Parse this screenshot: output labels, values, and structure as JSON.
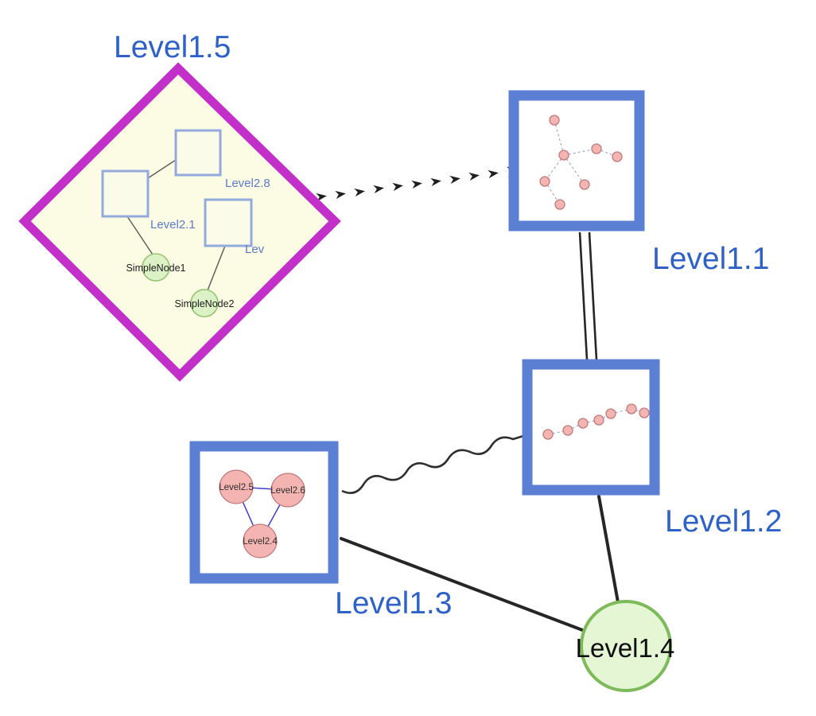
{
  "colors": {
    "label_blue": "#2e62c9",
    "inner_label_blue": "#5d7ac9",
    "group_border": "#5b7fd3",
    "diamond_border": "#c230c9",
    "diamond_fill": "#fbfce3",
    "inner_square_fill": "#fafbe8",
    "inner_square_border": "#93aadd",
    "green_fill": "#dcf1c6",
    "green_border": "#93c571",
    "big_green_fill": "#e4f6d3",
    "big_green_border": "#7cba5a",
    "pink_fill": "#f3b4b2",
    "pink_border": "#c17a7a",
    "mini_edge": "#8f9ad9",
    "triangle_edge": "#3c3ccd",
    "edge_dark": "#262626"
  },
  "groups": {
    "level15": {
      "label": "Level1.5",
      "shape": "diamond"
    },
    "level11": {
      "label": "Level1.1",
      "shape": "square"
    },
    "level12": {
      "label": "Level1.2",
      "shape": "square"
    },
    "level13": {
      "label": "Level1.3",
      "shape": "square"
    },
    "level14": {
      "label": "Level1.4",
      "shape": "circle"
    }
  },
  "level15_children": {
    "square_top_label": "Level2.8",
    "square_left_label": "Level2.1",
    "square_right_label": "Lev",
    "simple_node_1": "SimpleNode1",
    "simple_node_2": "SimpleNode2"
  },
  "level13_children": {
    "node_left": "Level2.5",
    "node_right": "Level2.6",
    "node_bottom": "Level2.4"
  },
  "subgraphs": {
    "level11_node_count": 7,
    "level12_node_count": 7
  },
  "edges": [
    {
      "from": "Level1.5",
      "to": "Level1.1",
      "style": "bold-dashed-arrow"
    },
    {
      "from": "Level1.1",
      "to": "Level1.2",
      "style": "double-line"
    },
    {
      "from": "Level1.3",
      "to": "Level1.2",
      "style": "wavy"
    },
    {
      "from": "Level1.3",
      "to": "Level1.4",
      "style": "solid"
    },
    {
      "from": "Level1.2",
      "to": "Level1.4",
      "style": "solid"
    }
  ]
}
